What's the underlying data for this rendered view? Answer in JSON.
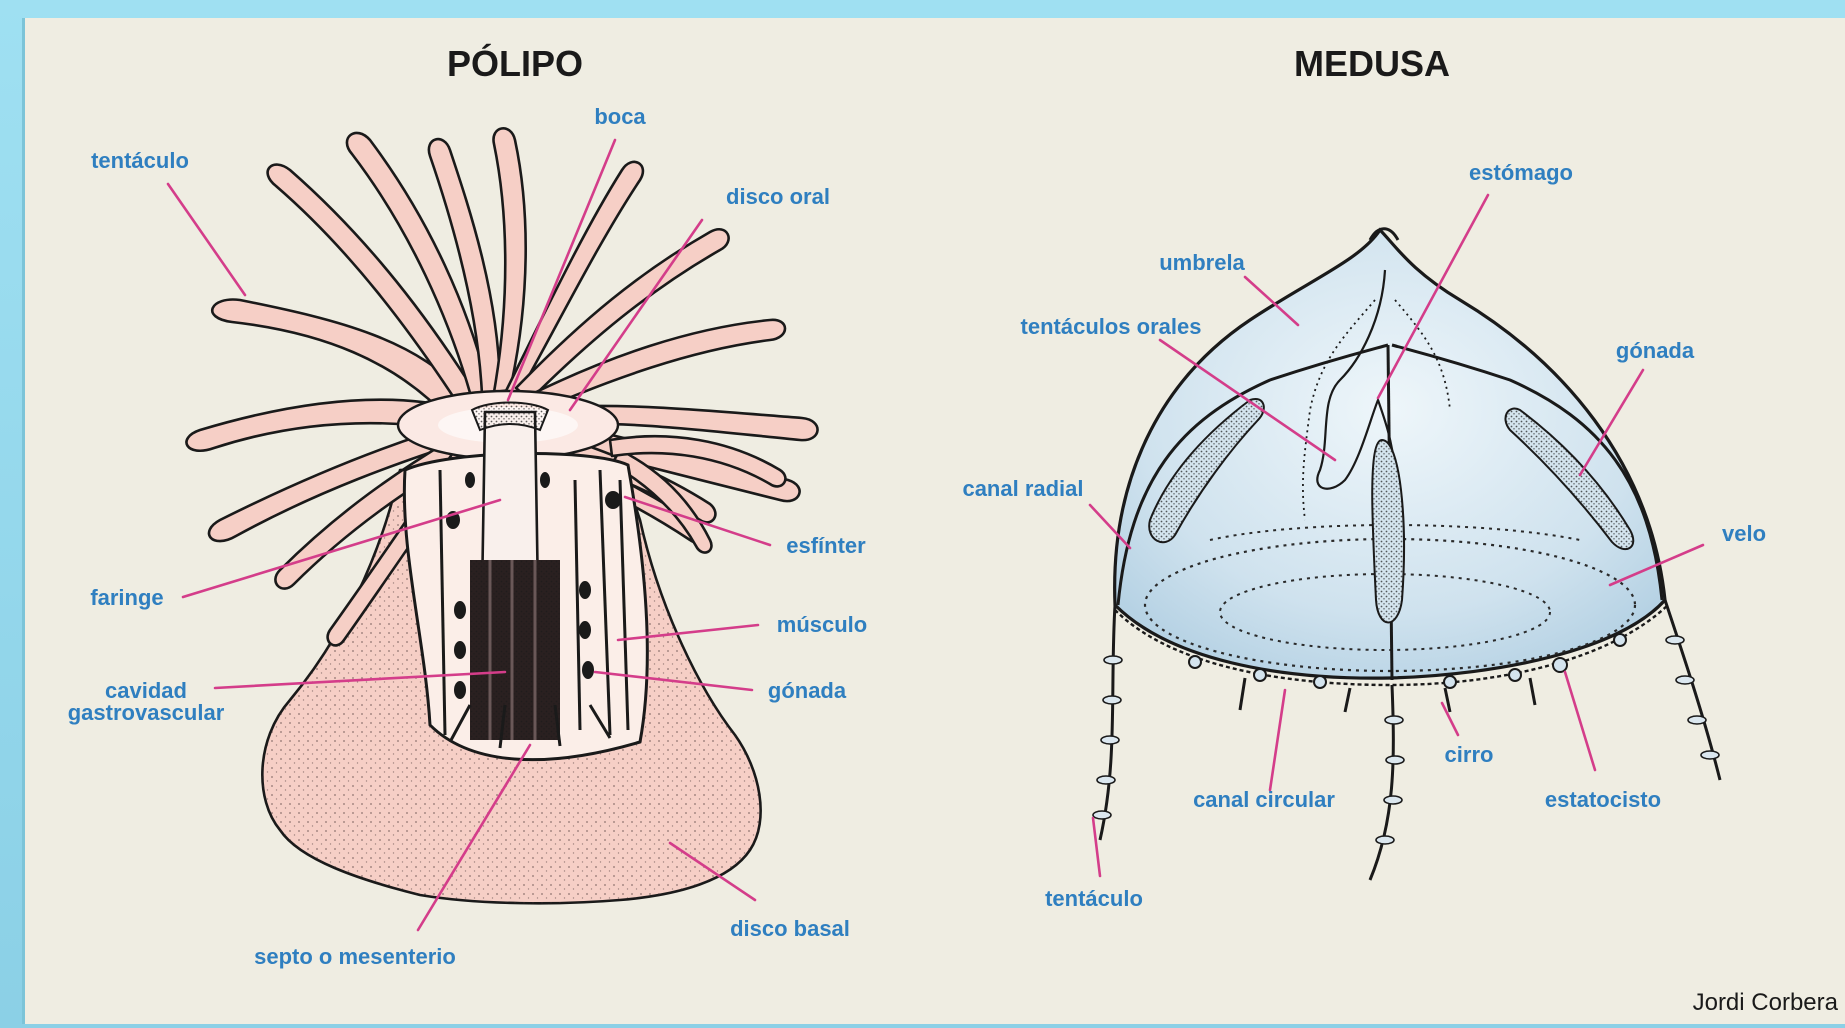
{
  "titles": {
    "polyp": "PÓLIPO",
    "medusa": "MEDUSA"
  },
  "polyp_labels": {
    "tentaculo": "tentáculo",
    "boca": "boca",
    "disco_oral": "disco oral",
    "esfinter": "esfínter",
    "faringe": "faringe",
    "musculo": "músculo",
    "cavidad_1": "cavidad",
    "cavidad_2": "gastrovascular",
    "gonada": "gónada",
    "disco_basal": "disco basal",
    "septo": "septo o mesenterio"
  },
  "medusa_labels": {
    "estomago": "estómago",
    "umbrela": "umbrela",
    "tentaculos_orales": "tentáculos orales",
    "gonada": "gónada",
    "canal_radial": "canal radial",
    "velo": "velo",
    "cirro": "cirro",
    "canal_circular": "canal circular",
    "estatocisto": "estatocisto",
    "tentaculo": "tentáculo"
  },
  "credit": "Jordi Corbera",
  "colors": {
    "label": "#2f7fc0",
    "leader": "#d43d8a",
    "polyp_body": "#f4c7bd",
    "medusa_bell": "#cfe2ee",
    "background": "#efede2",
    "frame": "#8fd8ee"
  }
}
